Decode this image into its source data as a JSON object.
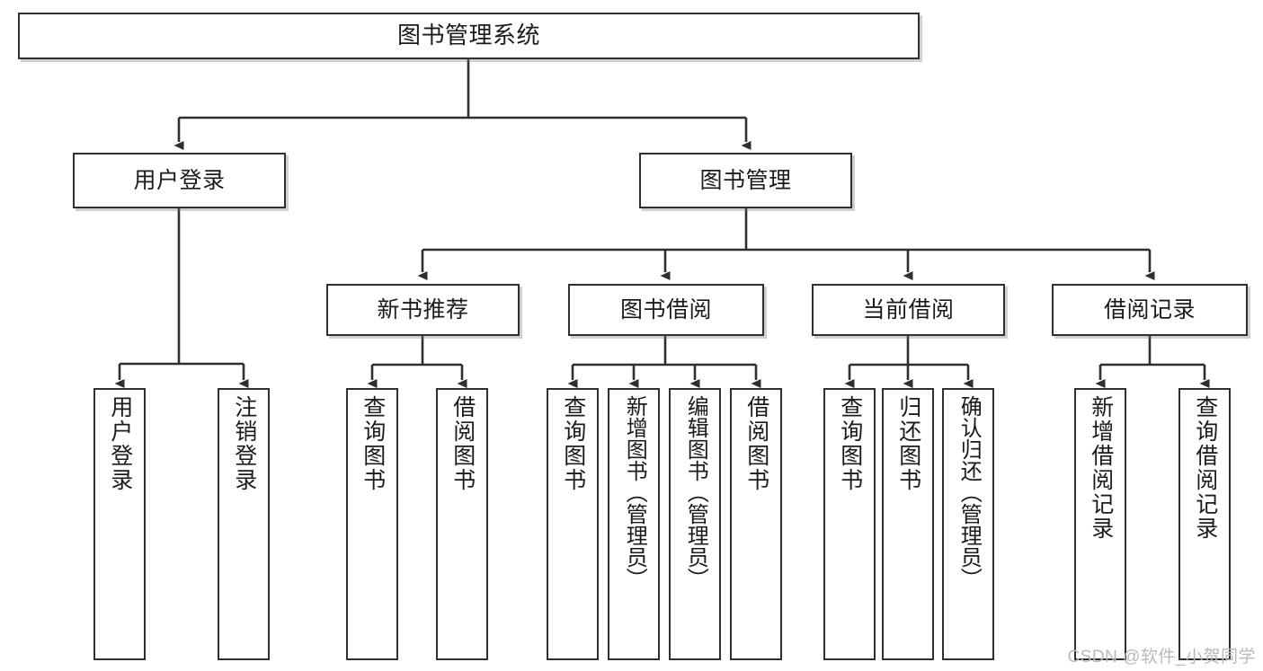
{
  "diagram": {
    "title": "图书管理系统",
    "type": "tree-hierarchy-chart",
    "watermark": "CSDN @软件_小贺同学",
    "colors": {
      "stroke": "#2f2f2f",
      "fill": "#ffffff",
      "text": "#1b1b1b",
      "watermark": "#b9b9b9"
    },
    "root": {
      "label": "图书管理系统"
    },
    "level2": [
      {
        "label": "用户登录"
      },
      {
        "label": "图书管理"
      }
    ],
    "level3": [
      {
        "label": "新书推荐"
      },
      {
        "label": "图书借阅"
      },
      {
        "label": "当前借阅"
      },
      {
        "label": "借阅记录"
      }
    ],
    "leaves": {
      "user_login": [
        {
          "label": "用户登录"
        },
        {
          "label": "注销登录"
        }
      ],
      "new_book_recommend": [
        {
          "label": "查询图书"
        },
        {
          "label": "借阅图书"
        }
      ],
      "book_borrow": [
        {
          "label": "查询图书"
        },
        {
          "label": "新增图书（管理员）"
        },
        {
          "label": "编辑图书（管理员）"
        },
        {
          "label": "借阅图书"
        }
      ],
      "current_borrow": [
        {
          "label": "查询图书"
        },
        {
          "label": "归还图书"
        },
        {
          "label": "确认归还（管理员）"
        }
      ],
      "borrow_record": [
        {
          "label": "新增借阅记录"
        },
        {
          "label": "查询借阅记录"
        }
      ]
    }
  }
}
